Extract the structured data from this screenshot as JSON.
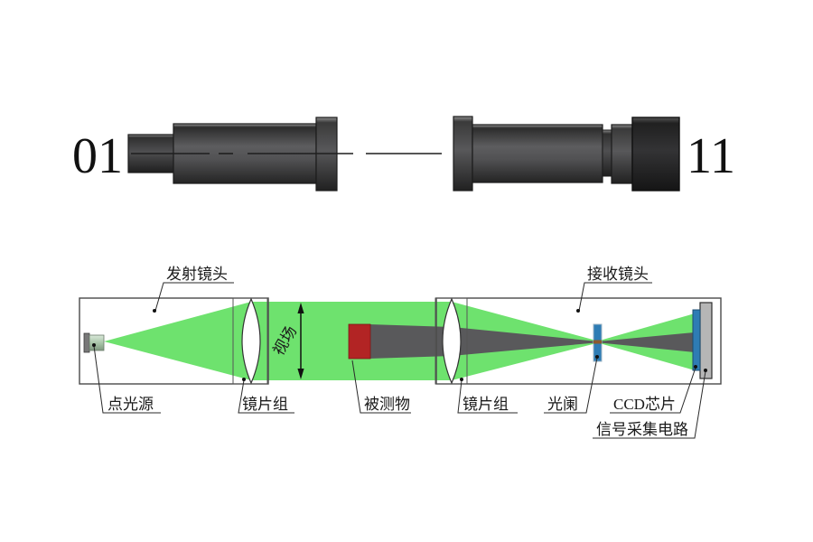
{
  "top_view": {
    "left_marker": "01",
    "right_marker": "11"
  },
  "schematic": {
    "labels": {
      "transmitter_lens": "发射镜头",
      "receiver_lens": "接收镜头",
      "field_of_view": "视场",
      "point_source": "点光源",
      "lens_group_left": "镜片组",
      "measured_object": "被测物",
      "lens_group_right": "镜片组",
      "aperture": "光阑",
      "ccd_chip": "CCD芯片",
      "signal_circuit": "信号采集电路"
    }
  },
  "colors": {
    "beam_green": "#6ee26e",
    "shadow_gray": "#59595b",
    "object_red": "#b22424",
    "component_blue": "#2e7cb4",
    "board_gray": "#b6b6b6"
  }
}
